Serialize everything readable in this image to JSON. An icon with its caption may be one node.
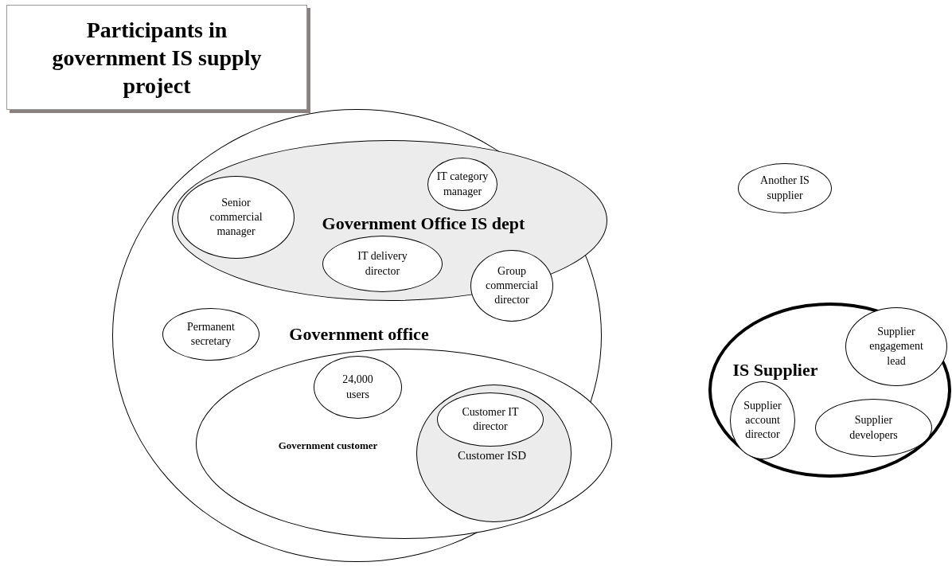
{
  "diagram": {
    "title": "Participants in government IS supply project",
    "nodes": [
      {
        "text": [
          "Government office"
        ]
      },
      {
        "text": [
          "Government Office IS dept"
        ],
        "in": 0
      },
      {
        "text": [
          "Senior commercial manager"
        ],
        "in": 1
      },
      {
        "text": [
          "IT category manager"
        ],
        "in": 1
      },
      {
        "text": [
          "IT delivery director"
        ],
        "in": 1
      },
      {
        "text": [
          "Group commercial director"
        ],
        "in": 0
      },
      {
        "text": [
          "Permanent secretary"
        ],
        "in": 0
      },
      {
        "text": [
          "Government customer"
        ],
        "in": 0
      },
      {
        "text": [
          "24,000 users"
        ],
        "in": 7
      },
      {
        "text": [
          "Customer ISD"
        ],
        "in": 7
      },
      {
        "text": [
          "Customer IT director"
        ],
        "in": 9
      },
      {
        "text": [
          "Another IS supplier"
        ]
      },
      {
        "text": [
          "IS Supplier"
        ]
      },
      {
        "text": [
          "Supplier engagement lead"
        ],
        "in": 12
      },
      {
        "text": [
          "Supplier account director"
        ],
        "in": 12
      },
      {
        "text": [
          "Supplier developers"
        ],
        "in": 12
      }
    ]
  }
}
